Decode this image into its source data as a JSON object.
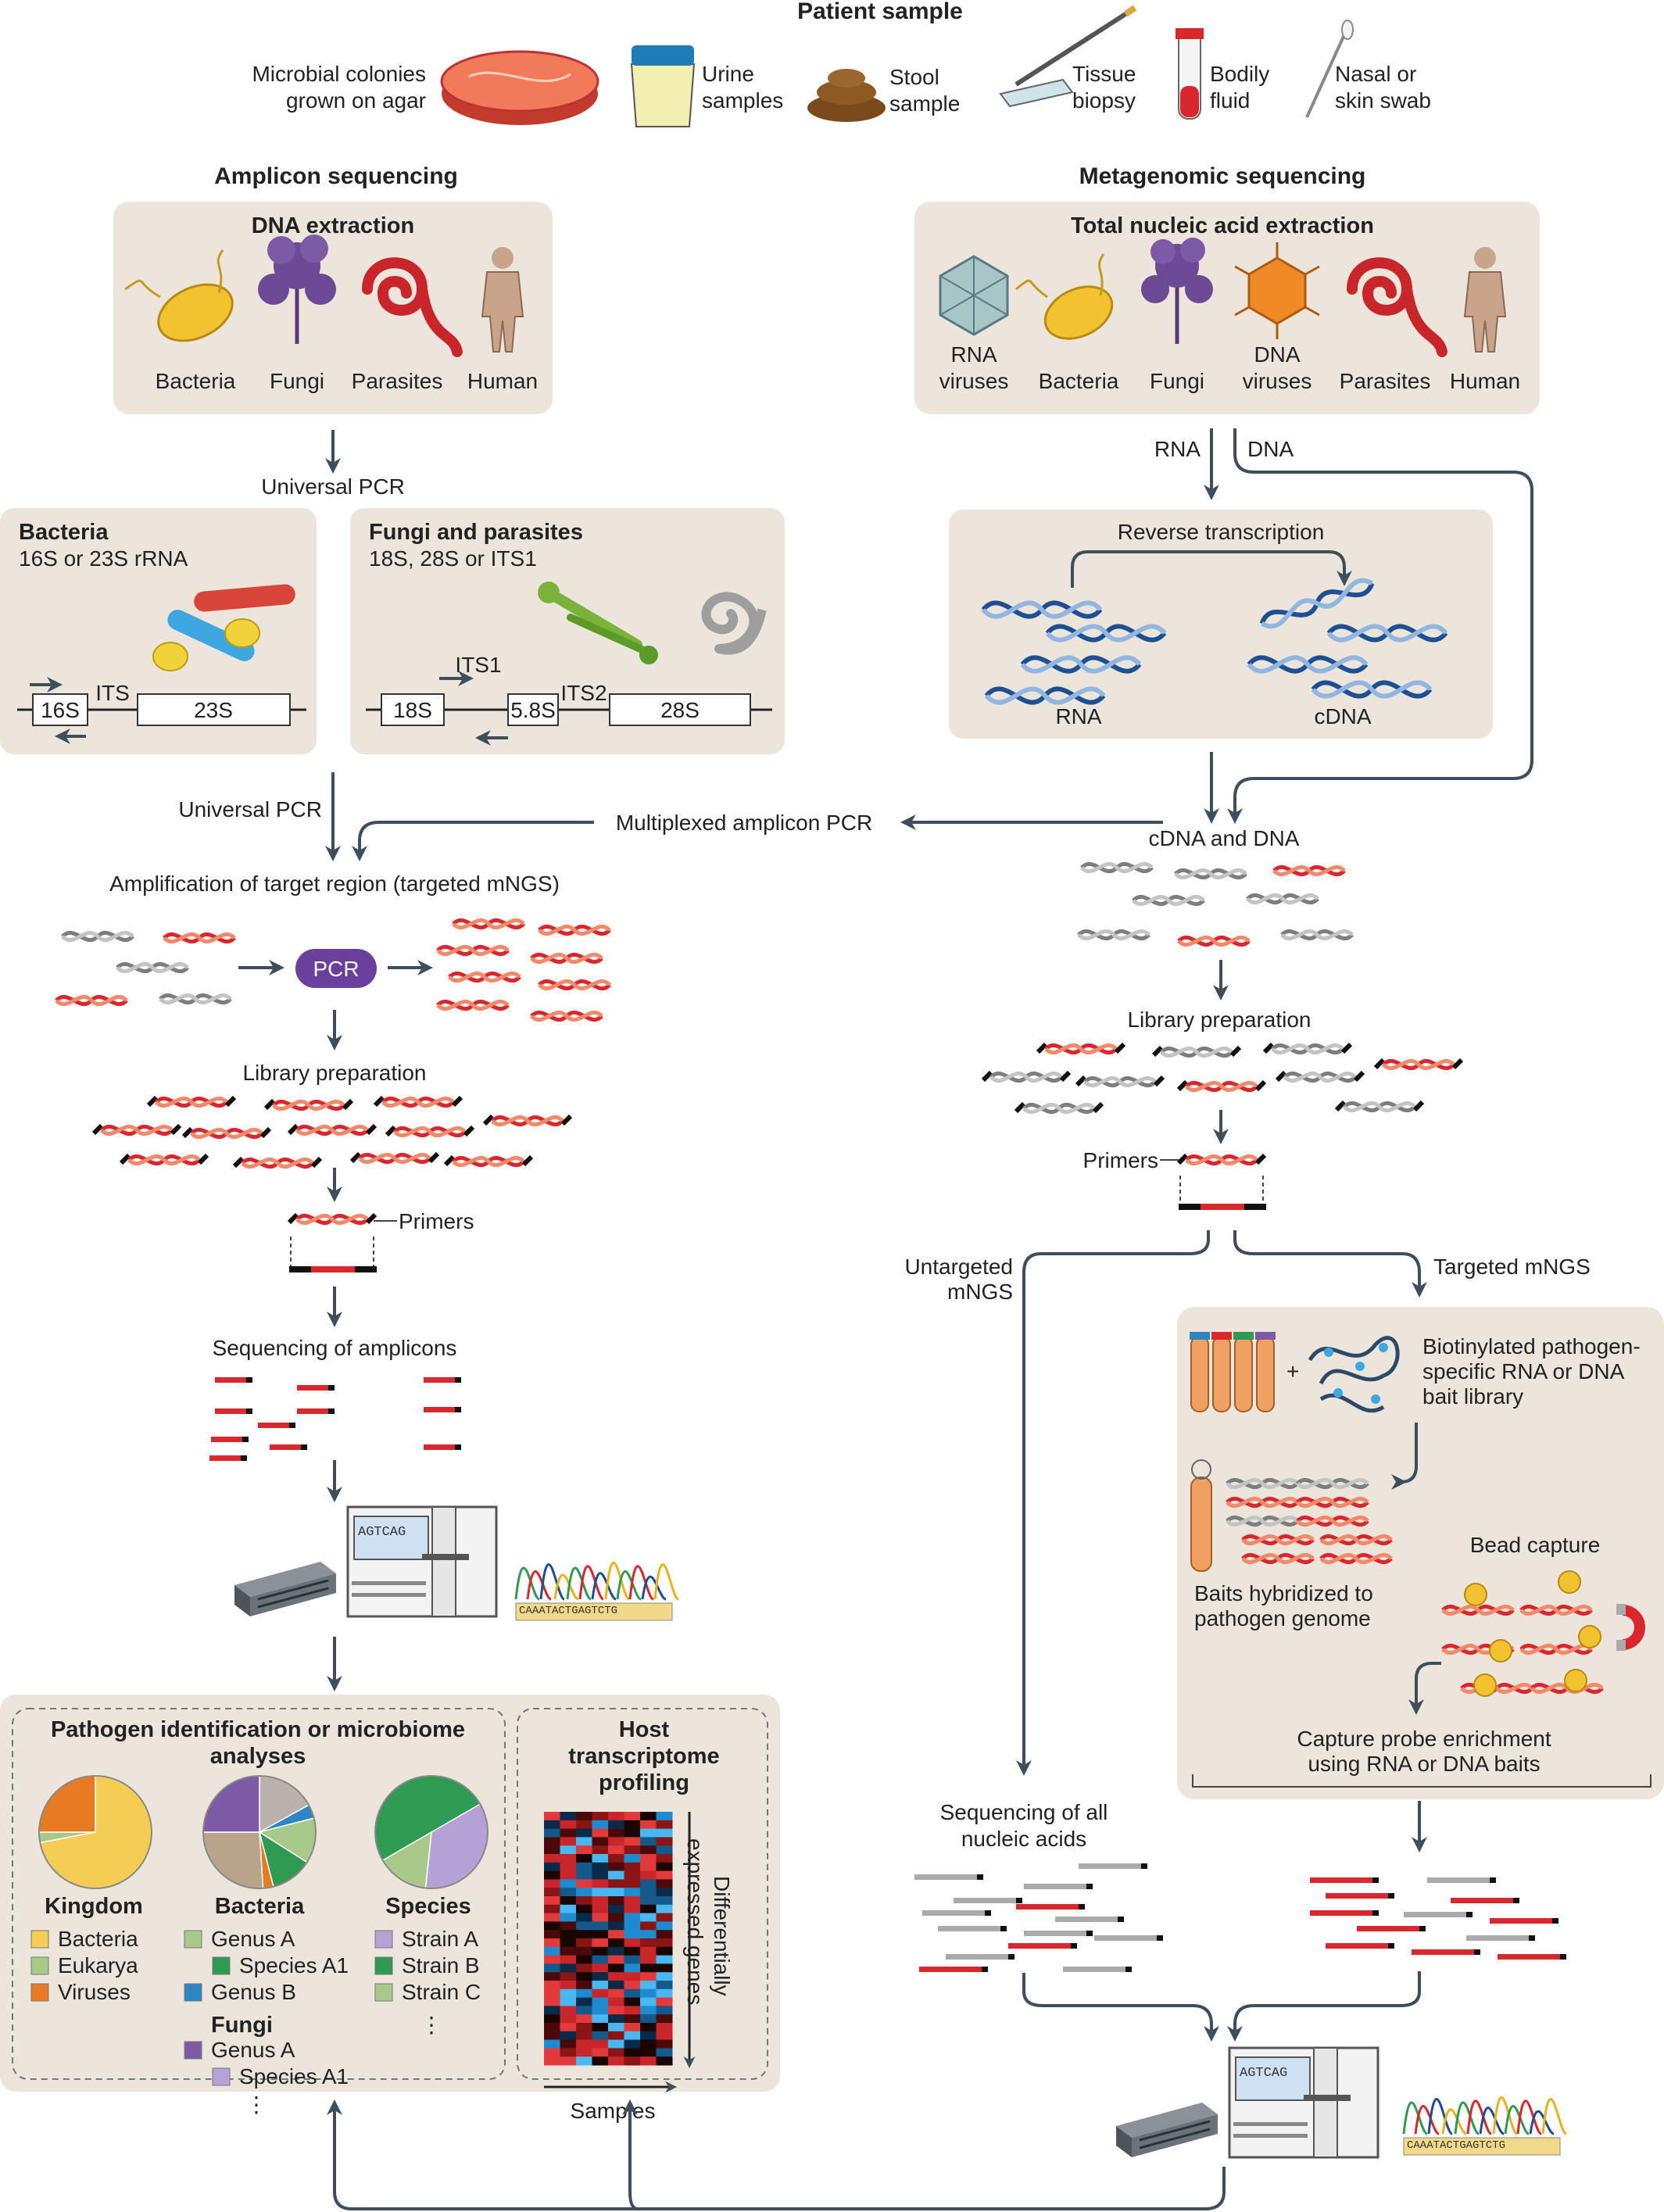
{
  "title": "Patient sample",
  "samples": [
    "Microbial colonies grown on agar",
    "Urine samples",
    "Stool sample",
    "Tissue biopsy",
    "Bodily fluid",
    "Nasal or skin swab"
  ],
  "samples_lines": {
    "agar": [
      "Microbial colonies",
      "grown on agar"
    ],
    "urine": [
      "Urine",
      "samples"
    ],
    "stool": [
      "Stool",
      "sample"
    ],
    "tissue": [
      "Tissue",
      "biopsy"
    ],
    "fluid": [
      "Bodily",
      "fluid"
    ],
    "swab": [
      "Nasal or",
      "skin swab"
    ]
  },
  "left": {
    "title": "Amplicon sequencing",
    "extraction_title": "DNA extraction",
    "organisms": [
      "Bacteria",
      "Fungi",
      "Parasites",
      "Human"
    ],
    "universal_pcr_1": "Universal PCR",
    "bacteria_box": {
      "title": "Bacteria",
      "subtitle": "16S or 23S rRNA",
      "genes": [
        "16S",
        "ITS",
        "23S"
      ]
    },
    "fungi_box": {
      "title": "Fungi and parasites",
      "subtitle": "18S, 28S or ITS1",
      "genes": [
        "18S",
        "ITS1",
        "5.8S",
        "ITS2",
        "28S"
      ]
    },
    "universal_pcr_2": "Universal PCR",
    "amplification": "Amplification of target region (targeted mNGS)",
    "pcr": "PCR",
    "library_prep": "Library preparation",
    "primers": "Primers",
    "sequencing": "Sequencing of amplicons",
    "sequencer_screen": "AGTCAG",
    "chromatogram_seq": "CAAATACTGAGTCTG"
  },
  "multiplexed": "Multiplexed amplicon PCR",
  "right": {
    "title": "Metagenomic sequencing",
    "extraction_title": "Total nucleic acid extraction",
    "organisms": [
      "RNA viruses",
      "Bacteria",
      "Fungi",
      "DNA viruses",
      "Parasites",
      "Human"
    ],
    "organism_lines": {
      "rna_viruses": [
        "RNA",
        "viruses"
      ],
      "dna_viruses": [
        "DNA",
        "viruses"
      ]
    },
    "rna_label": "RNA",
    "dna_label": "DNA",
    "rt_title": "Reverse transcription",
    "rt_rna": "RNA",
    "rt_cdna": "cDNA",
    "cdna_and_dna": "cDNA and DNA",
    "library_prep": "Library preparation",
    "primers": "Primers",
    "untargeted": [
      "Untargeted",
      "mNGS"
    ],
    "targeted": "Targeted mNGS",
    "bait_text": [
      "Biotinylated pathogen-",
      "specific RNA or DNA",
      "bait library"
    ],
    "baits_hybridized": [
      "Baits hybridized to",
      "pathogen genome"
    ],
    "bead_capture": "Bead capture",
    "capture_probe": [
      "Capture probe enrichment",
      "using RNA or DNA baits"
    ],
    "sequencing_all": [
      "Sequencing of all",
      "nucleic acids"
    ],
    "sequencer_screen": "AGTCAG",
    "chromatogram_seq": "CAAATACTGAGTCTG"
  },
  "results": {
    "pathogen_title": [
      "Pathogen identification or microbiome",
      "analyses"
    ],
    "host_title": [
      "Host",
      "transcriptome",
      "profiling"
    ],
    "kingdom": {
      "title": "Kingdom",
      "legend": [
        {
          "label": "Bacteria",
          "color": "#f5cd55",
          "value": 72
        },
        {
          "label": "Eukarya",
          "color": "#a9c98a",
          "value": 3
        },
        {
          "label": "Viruses",
          "color": "#e87a24",
          "value": 25
        }
      ]
    },
    "bacteria": {
      "title": "Bacteria",
      "legend": [
        {
          "label": "Genus A",
          "color": "#a9c98a"
        },
        {
          "label": "Species A1",
          "color": "#2e9a52"
        },
        {
          "label": "Genus B",
          "color": "#2d86c4"
        }
      ],
      "fungi_title": "Fungi",
      "fungi_legend": [
        {
          "label": "Genus A",
          "color": "#7d5aa6"
        },
        {
          "label": "Species A1",
          "color": "#b5a1d6"
        }
      ],
      "ellipsis": "⋮",
      "slices": [
        {
          "color": "#b9b2aa",
          "value": 17
        },
        {
          "color": "#2d86c4",
          "value": 4
        },
        {
          "color": "#a9c98a",
          "value": 13
        },
        {
          "color": "#2e9a52",
          "value": 12
        },
        {
          "color": "#e87a24",
          "value": 3
        },
        {
          "color": "#b7a48a",
          "value": 26
        },
        {
          "color": "#7d5aa6",
          "value": 25
        }
      ]
    },
    "species": {
      "title": "Species",
      "legend": [
        {
          "label": "Strain A",
          "color": "#b5a1d6"
        },
        {
          "label": "Strain B",
          "color": "#2e9a52"
        },
        {
          "label": "Strain C",
          "color": "#a9c98a"
        }
      ],
      "ellipsis": "⋮",
      "slices": [
        {
          "color": "#b5a1d6",
          "value": 35
        },
        {
          "color": "#a9c98a",
          "value": 15
        },
        {
          "color": "#2e9a52",
          "value": 50
        }
      ]
    },
    "heatmap_y": [
      "Differentially",
      "expressed genes"
    ],
    "heatmap_x": "Samples"
  }
}
